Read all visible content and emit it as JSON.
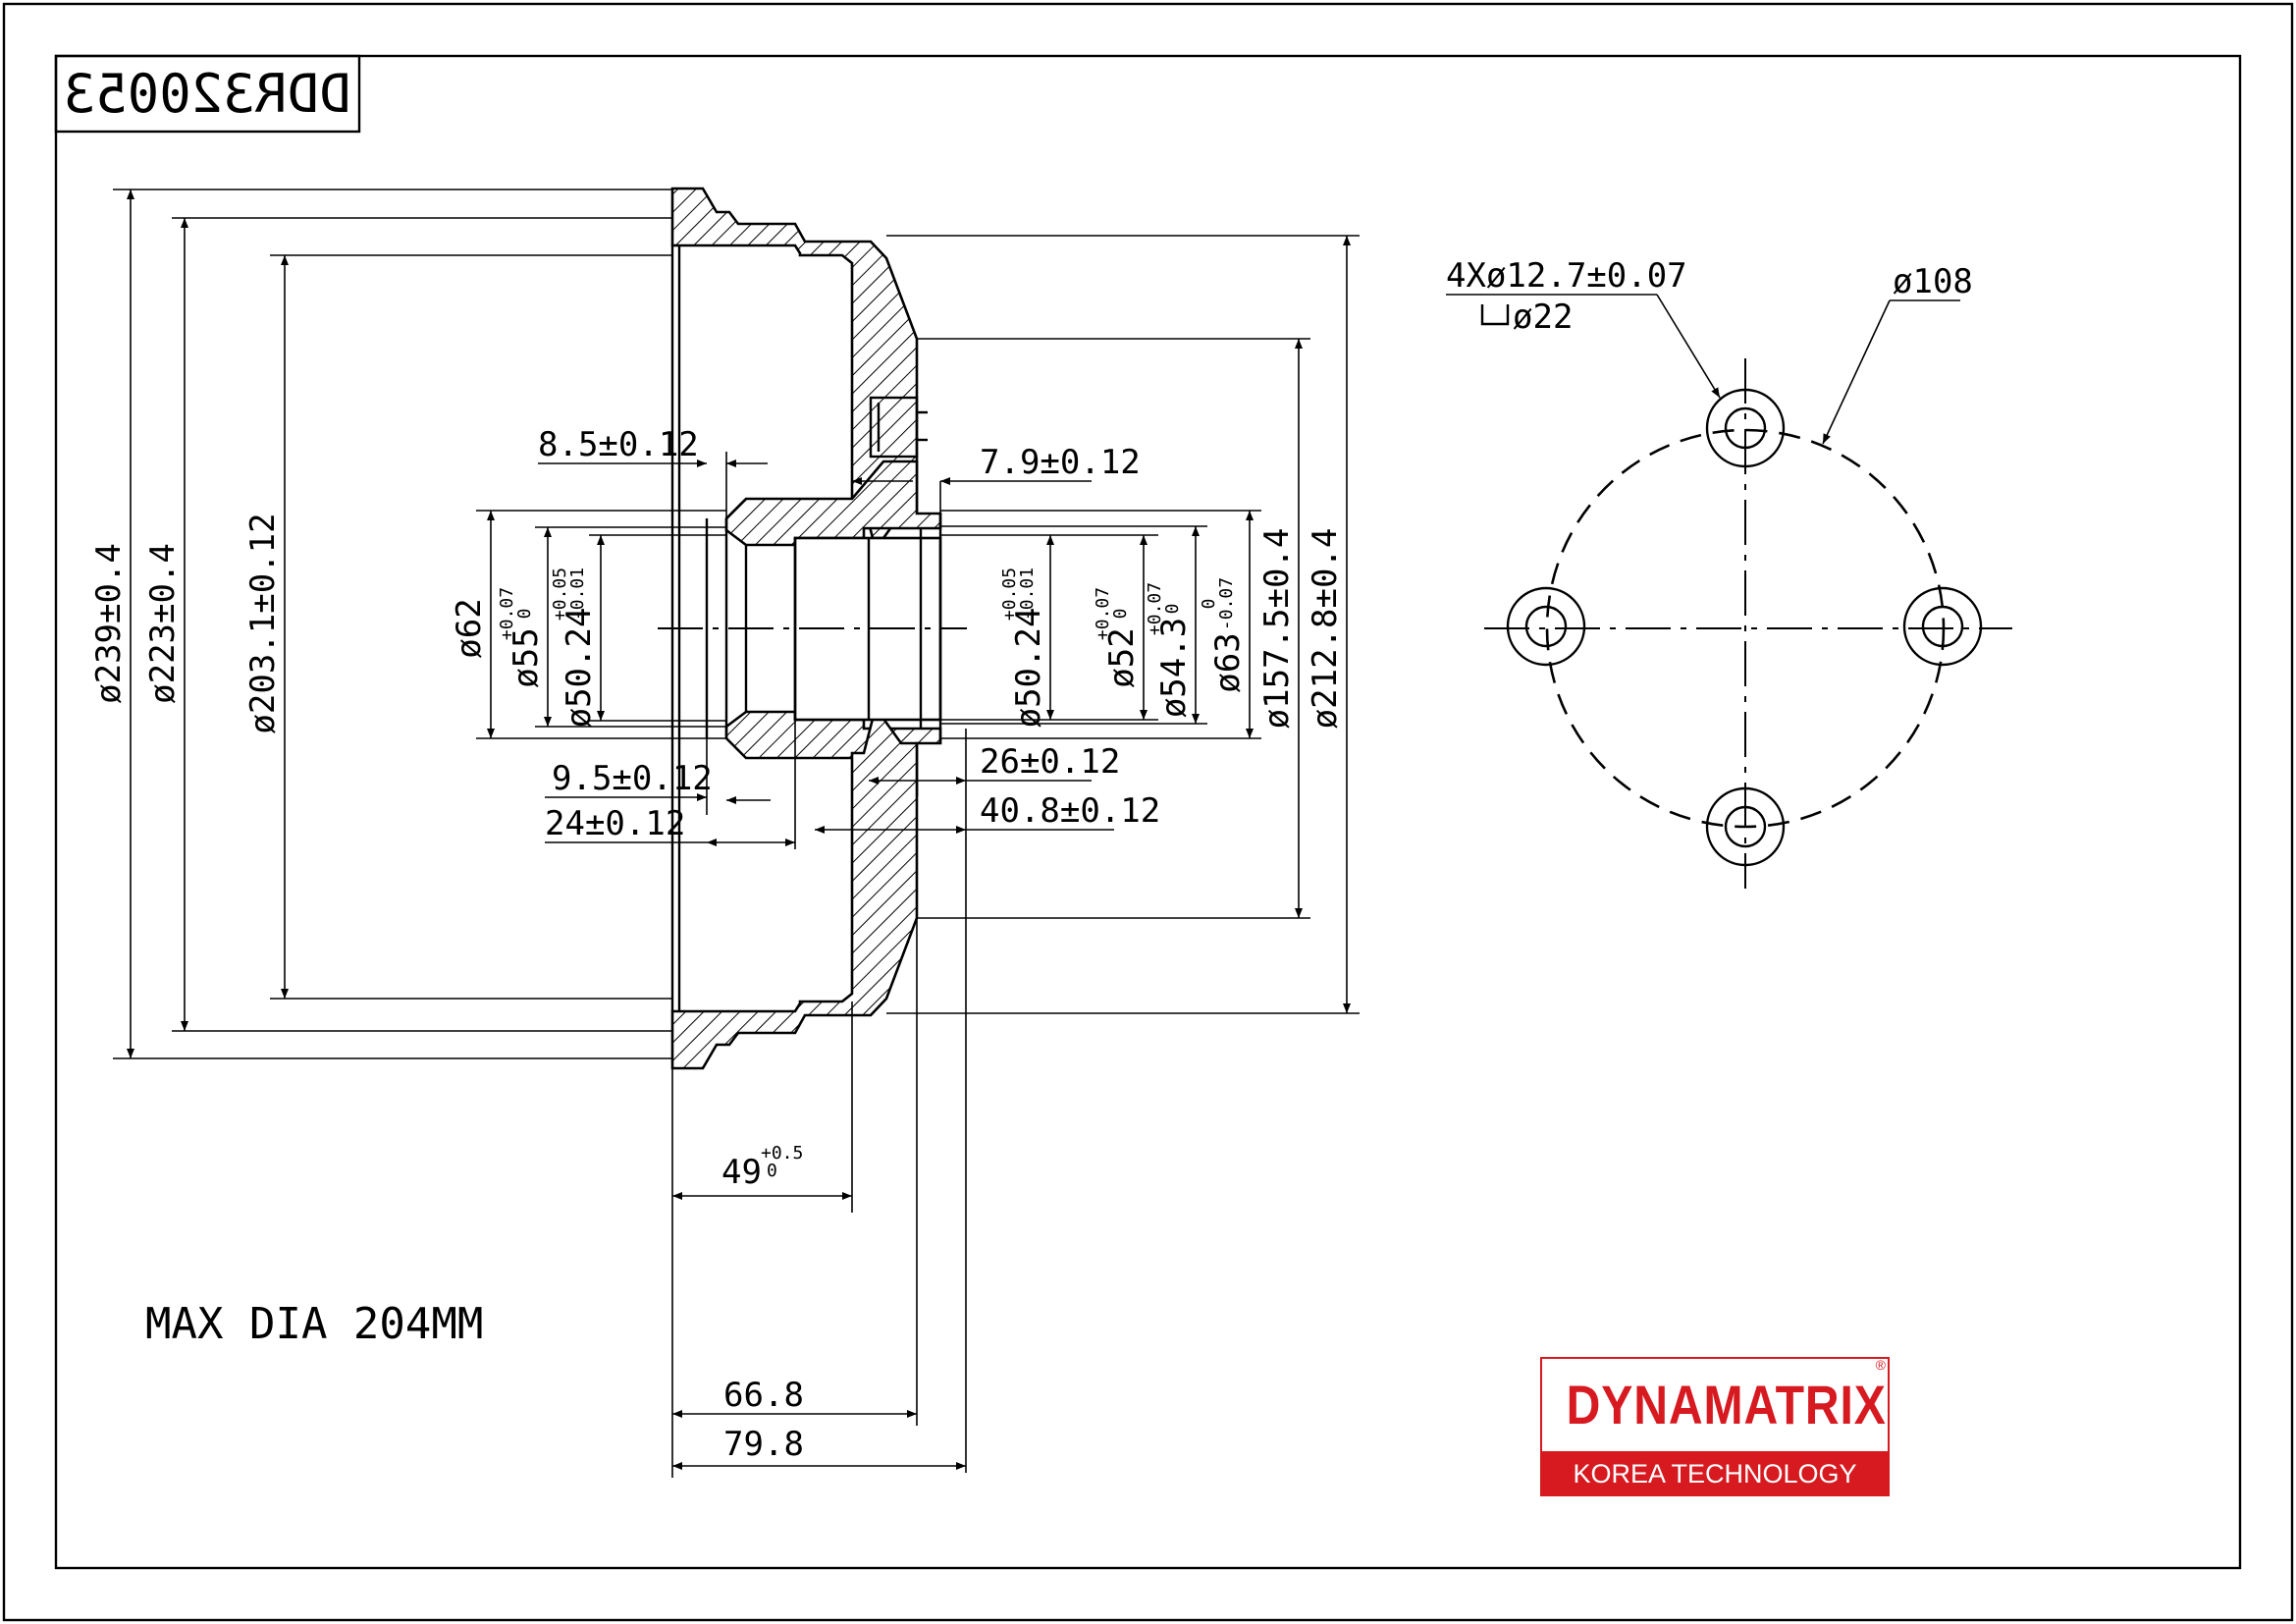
{
  "part_number": "DDR320053",
  "note": "MAX DIA 204MM",
  "brand": {
    "name": "DYNAMATRIX",
    "registered_mark": "®",
    "tagline": "KOREA TECHNOLOGY"
  },
  "dimensions": {
    "d239": "ø239±0.4",
    "d223": "ø223±0.4",
    "d203": "ø203.1±0.12",
    "d62": "ø62",
    "d55": "ø55",
    "d55_tol_upper": "+0.07",
    "d55_tol_lower": "0",
    "d50_left": "ø50.24",
    "d50_tol_upper": "+0.05",
    "d50_tol_lower": "-0.01",
    "d50_right": "ø50.24",
    "d52": "ø52",
    "d52_tol_upper": "+0.07",
    "d52_tol_lower": "0",
    "d54": "ø54.3",
    "d54_tol_upper": "+0.07",
    "d54_tol_lower": "0",
    "d63": "ø63",
    "d63_tol_upper": "0",
    "d63_tol_lower": "-0.07",
    "d157": "ø157.5±0.4",
    "d212": "ø212.8±0.4",
    "t85": "8.5±0.12",
    "t79": "7.9±0.12",
    "t95": "9.5±0.12",
    "t24": "24±0.12",
    "t26": "26±0.12",
    "t408": "40.8±0.12",
    "h49": "49",
    "h49_tol_upper": "+0.5",
    "h49_tol_lower": "0",
    "l668": "66.8",
    "l798": "79.8",
    "holes": "4Xø12.7±0.07",
    "counterbore": "ø22",
    "pcd": "ø108"
  }
}
